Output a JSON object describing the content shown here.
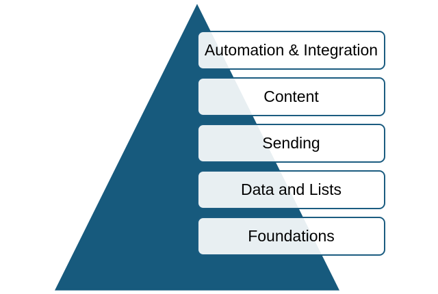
{
  "diagram": {
    "type": "pyramid",
    "levels": [
      {
        "label": "Automation & Integration"
      },
      {
        "label": "Content"
      },
      {
        "label": "Sending"
      },
      {
        "label": "Data and Lists"
      },
      {
        "label": "Foundations"
      }
    ],
    "colors": {
      "background": "#FFFFFF",
      "triangle_fill": "#175A7D",
      "triangle_stroke": "#FFFFFF",
      "box_border": "#1B5C80",
      "box_fill": "rgba(255,255,255,0.9)",
      "box_tint_over_triangle": "#E8EEF2",
      "text_color": "#000000"
    }
  }
}
